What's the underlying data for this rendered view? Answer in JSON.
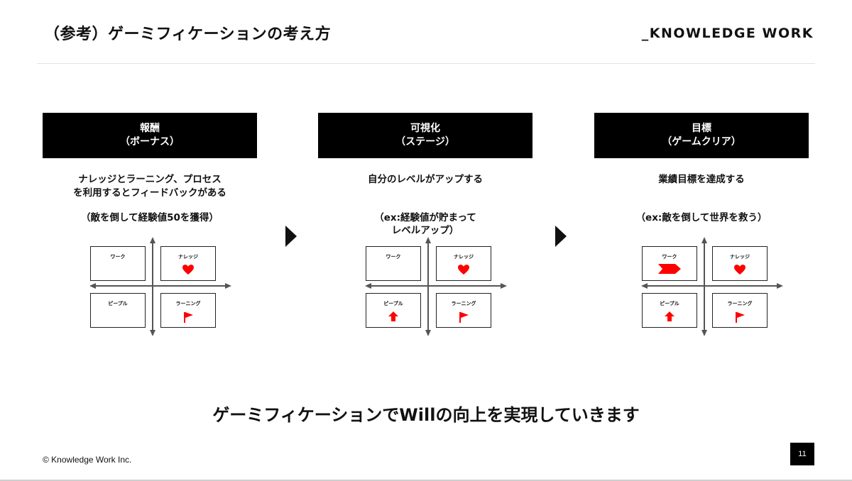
{
  "header": {
    "title": "（参考）ゲーミフィケーションの考え方",
    "logo": "_KNOWLEDGE WORK"
  },
  "columns": [
    {
      "title_line1": "報酬",
      "title_line2": "（ボーナス）",
      "desc_line1": "ナレッジとラーニング、プロセス",
      "desc_line2": "を利用するとフィードバックがある",
      "example_line1": "（敵を倒して経験値50を獲得）",
      "example_line2": "",
      "quadrant": {
        "top_left": {
          "label": "ワーク",
          "icon": ""
        },
        "top_right": {
          "label": "ナレッジ",
          "icon": "heart-icon"
        },
        "bottom_left": {
          "label": "ピープル",
          "icon": ""
        },
        "bottom_right": {
          "label": "ラーニング",
          "icon": "flag-icon"
        }
      }
    },
    {
      "title_line1": "可視化",
      "title_line2": "（ステージ）",
      "desc_line1": "自分のレベルがアップする",
      "desc_line2": "",
      "example_line1": "（ex:経験値が貯まって",
      "example_line2": "レベルアップ）",
      "quadrant": {
        "top_left": {
          "label": "ワーク",
          "icon": ""
        },
        "top_right": {
          "label": "ナレッジ",
          "icon": "heart-icon"
        },
        "bottom_left": {
          "label": "ピープル",
          "icon": "up-arrow-icon"
        },
        "bottom_right": {
          "label": "ラーニング",
          "icon": "flag-icon"
        }
      }
    },
    {
      "title_line1": "目標",
      "title_line2": "（ゲームクリア）",
      "desc_line1": "業績目標を達成する",
      "desc_line2": "",
      "example_line1": "（ex:敵を倒して世界を救う）",
      "example_line2": "",
      "quadrant": {
        "top_left": {
          "label": "ワーク",
          "icon": "chevron-right-icon"
        },
        "top_right": {
          "label": "ナレッジ",
          "icon": "heart-icon"
        },
        "bottom_left": {
          "label": "ピープル",
          "icon": "up-arrow-icon"
        },
        "bottom_right": {
          "label": "ラーニング",
          "icon": "flag-icon"
        }
      }
    }
  ],
  "step_arrows": [
    "play-triangle-icon",
    "play-triangle-icon"
  ],
  "tagline": "ゲーミフィケーションでWillの向上を実現していきます",
  "footer": {
    "copyright": "© Knowledge Work Inc.",
    "page_number": "11"
  },
  "colors": {
    "accent": "#ff0000",
    "header_bg": "#000000",
    "axis": "#555555"
  }
}
